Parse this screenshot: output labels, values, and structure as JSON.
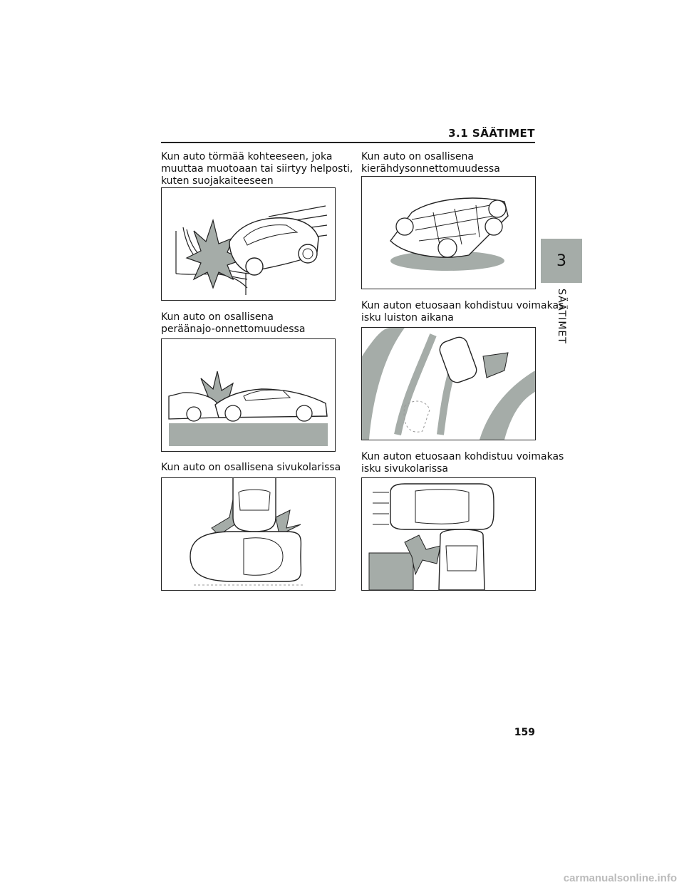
{
  "header": {
    "section": "3.1 SÄÄTIMET"
  },
  "chapter": {
    "number": "3",
    "title": "SÄÄTIMET"
  },
  "captions": {
    "c1": [
      "Kun auto törmää kohteeseen, joka",
      "muuttaa muotoaan tai siirtyy helposti,",
      "kuten suojakaiteeseen"
    ],
    "c2": [
      "Kun auto on osallisena",
      "kierähdysonnettomuudessa"
    ],
    "c3": [
      "Kun auto on osallisena",
      "peräänajo-onnettomuudessa"
    ],
    "c4": [
      "Kun auton etuosaan kohdistuu voimakas",
      "isku luiston aikana"
    ],
    "c5": [
      "Kun auto on osallisena sivukolarissa"
    ],
    "c6": [
      "Kun auton etuosaan kohdistuu voimakas",
      "isku sivukolarissa"
    ]
  },
  "page_number": "159",
  "footer": {
    "watermark": "carmanualsonline.info"
  },
  "colors": {
    "gray_fill": "#a5aca8",
    "ink": "#111111"
  }
}
